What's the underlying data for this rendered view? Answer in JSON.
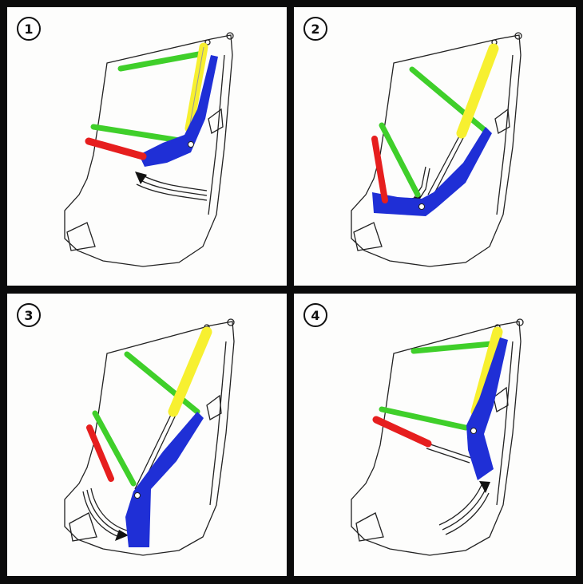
{
  "panels": [
    {
      "label": "1"
    },
    {
      "label": "2"
    },
    {
      "label": "3"
    },
    {
      "label": "4"
    }
  ],
  "colors": {
    "frame": "#0b0b0b",
    "background": "#fdfdfc",
    "outline": "#222222",
    "boom_cylinder": "#f7f030",
    "arm": "#1f2fd6",
    "link_green": "#3fcf2a",
    "cylinder_red": "#e61e1e"
  }
}
